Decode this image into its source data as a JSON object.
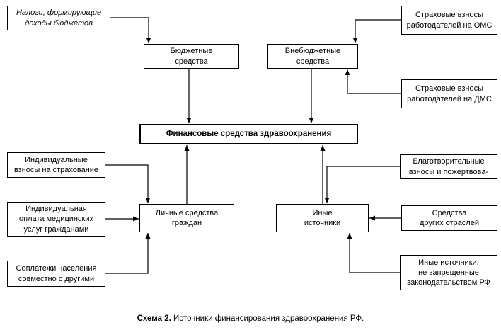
{
  "diagram": {
    "title": "Источники финансирования здравоохранения РФ",
    "nodes": {
      "taxes": "Налоги, формирующие\nдоходы бюджетов",
      "budget_funds": "Бюджетные\nсредства",
      "extrabudget_funds": "Внебюджетные\nсредства",
      "oms_contrib": "Страховые взносы\nработодателей на ОМС",
      "dms_contrib": "Страховые взносы\nработодателей на ДМС",
      "finance": "Финансовые средства здравоохранения",
      "individual_insurance": "Индивидуальные\nвзносы на страхование",
      "individual_payment": "Индивидуальная\nоплата медицинских\nуслуг гражданами",
      "copayments": "Соплатежи населения\nсовместно с другими",
      "personal_funds": "Личные средства\nграждан",
      "other_sources": "Иные\nисточники",
      "charity": "Благотворительные\nвзносы и пожертвова-",
      "other_industries": "Средства\nдругих отраслей",
      "other_legal": "Иные источники,\nне запрещенные\nзаконодательством РФ"
    },
    "edges": [
      {
        "from": "taxes",
        "to": "budget_funds"
      },
      {
        "from": "oms_contrib",
        "to": "extrabudget_funds"
      },
      {
        "from": "dms_contrib",
        "to": "extrabudget_funds"
      },
      {
        "from": "budget_funds",
        "to": "finance"
      },
      {
        "from": "extrabudget_funds",
        "to": "finance"
      },
      {
        "from": "personal_funds",
        "to": "finance"
      },
      {
        "from": "other_sources",
        "to": "finance"
      },
      {
        "from": "individual_insurance",
        "to": "personal_funds"
      },
      {
        "from": "individual_payment",
        "to": "personal_funds"
      },
      {
        "from": "copayments",
        "to": "personal_funds"
      },
      {
        "from": "charity",
        "to": "other_sources"
      },
      {
        "from": "other_industries",
        "to": "other_sources"
      },
      {
        "from": "other_legal",
        "to": "other_sources"
      }
    ],
    "caption": {
      "label": "Схема 2.",
      "text": " Источники финансирования здравоохранения РФ."
    },
    "colors": {
      "background": "#ffffff",
      "line": "#000000",
      "border": "#000000",
      "text": "#000000"
    }
  }
}
